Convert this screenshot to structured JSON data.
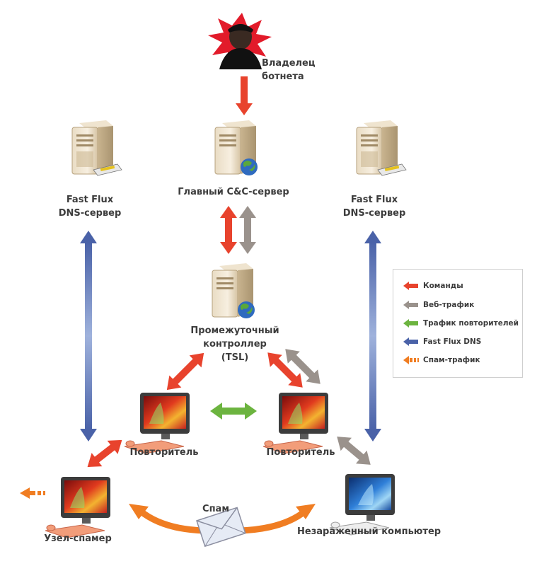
{
  "colors": {
    "commands": "#e8432d",
    "web": "#9a928c",
    "repeater": "#6cb43f",
    "fastflux": "#4a62a8",
    "spam": "#f07d22"
  },
  "nodes": {
    "owner": {
      "line1": "Владелец",
      "line2": "ботнета",
      "icon": "hacker-icon"
    },
    "cc": {
      "label": "Главный C&C-сервер",
      "icon": "server-globe-icon"
    },
    "dns_left": {
      "line1": "Fast Flux",
      "line2": "DNS-сервер",
      "icon": "server-icon"
    },
    "dns_right": {
      "line1": "Fast Flux",
      "line2": "DNS-сервер",
      "icon": "server-icon"
    },
    "tsl": {
      "line1": "Промежуточный",
      "line2": "контроллер",
      "line3": "(TSL)",
      "icon": "server-globe-icon"
    },
    "repeater_left": {
      "label": "Повторитель",
      "icon": "infected-computer-icon"
    },
    "repeater_right": {
      "label": "Повторитель",
      "icon": "infected-computer-icon"
    },
    "spammer": {
      "label": "Узел-спамер",
      "icon": "infected-computer-icon"
    },
    "clean": {
      "label": "Незараженный компьютер",
      "icon": "clean-computer-icon"
    },
    "spam": {
      "label": "Спам",
      "icon": "envelope-icon"
    }
  },
  "legend": [
    {
      "label": "Команды",
      "kind": "commands"
    },
    {
      "label": "Веб-трафик",
      "kind": "web"
    },
    {
      "label": "Трафик повторителей",
      "kind": "repeater"
    },
    {
      "label": "Fast Flux DNS",
      "kind": "fastflux"
    },
    {
      "label": "Спам-трафик",
      "kind": "spam"
    }
  ]
}
